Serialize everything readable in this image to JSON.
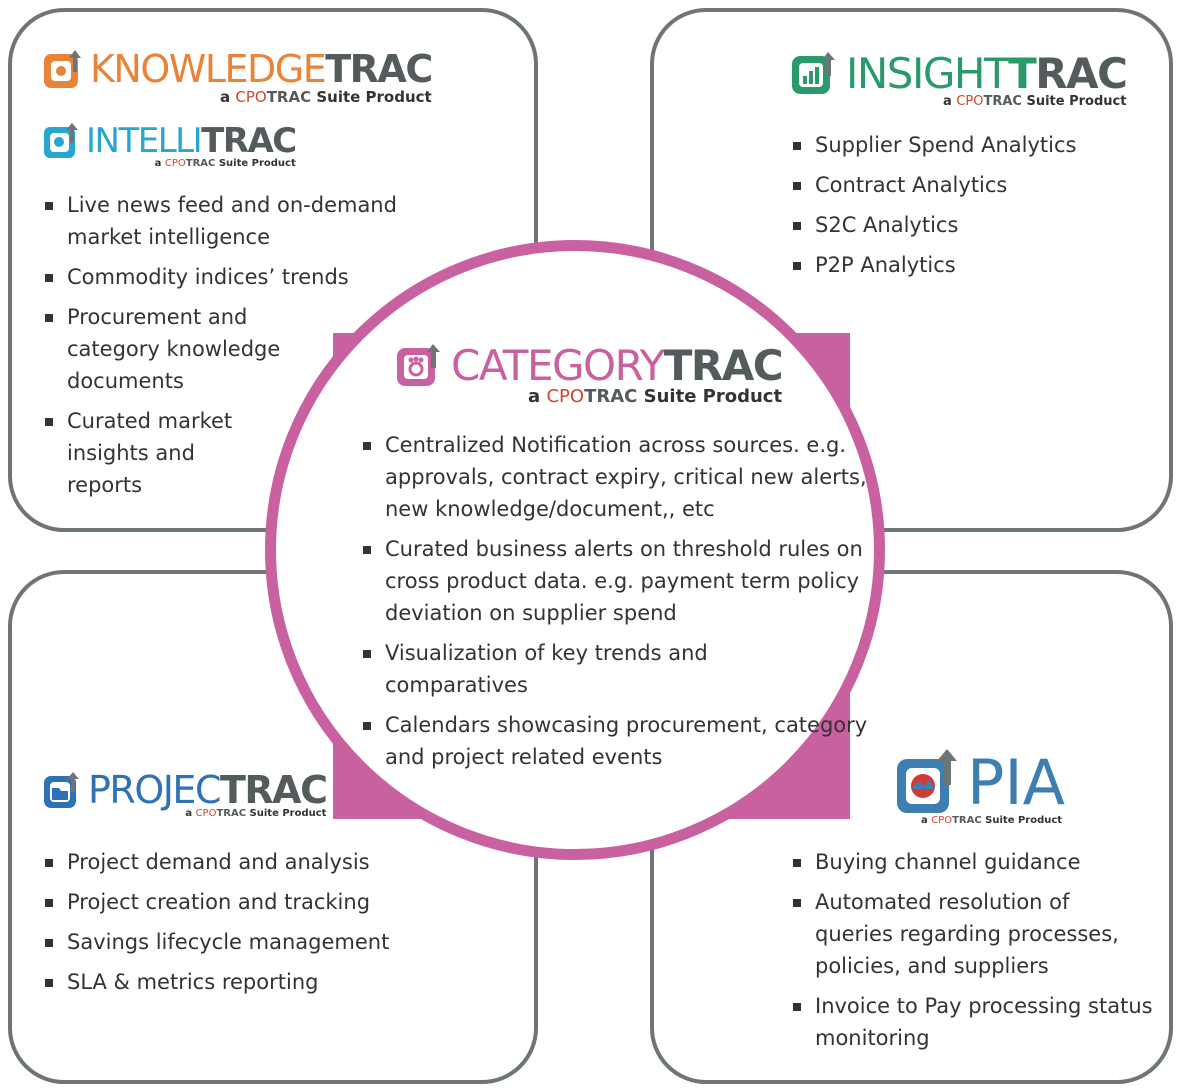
{
  "center": {
    "brand_light": "CATEGORY",
    "brand_bold": "TRAC",
    "sub_prefix": "a",
    "sub_cpo": "CPO",
    "sub_trac": "TRAC",
    "sub_suffix": "Suite Product",
    "bullets": [
      "Centralized Notification across sources. e.g. approvals, contract expiry, critical new alerts, new knowledge/document,, etc",
      "Curated business alerts on threshold rules on cross product data. e.g. payment term policy deviation on supplier spend",
      "Visualization of key trends and comparatives",
      "Calendars showcasing procurement, category and project related events"
    ]
  },
  "top_left": {
    "brand1_light": "KNOWLEDGE",
    "brand1_bold": "TRAC",
    "brand2_light": "INTELLI",
    "brand2_bold": "TRAC",
    "sub_prefix": "a",
    "sub_cpo": "CPO",
    "sub_trac": "TRAC",
    "sub_suffix": "Suite Product",
    "bullets": [
      "Live news feed and on-demand market intelligence",
      "Commodity indices’ trends",
      "Procurement and category knowledge documents",
      "Curated market insights and reports"
    ]
  },
  "top_right": {
    "brand_light": "INSIGHT",
    "brand_bold": "RAC",
    "sub_prefix": "a",
    "sub_cpo": "CPO",
    "sub_trac": "TRAC",
    "sub_suffix": "Suite Product",
    "bullets": [
      "Supplier Spend Analytics",
      "Contract Analytics",
      "S2C Analytics",
      "P2P Analytics"
    ]
  },
  "bottom_left": {
    "brand_light": "PROJEC",
    "brand_bold": "TRAC",
    "sub_prefix": "a",
    "sub_cpo": "CPO",
    "sub_trac": "TRAC",
    "sub_suffix": "Suite Product",
    "bullets": [
      "Project demand and analysis",
      "Project creation and tracking",
      "Savings lifecycle management",
      "SLA & metrics reporting"
    ]
  },
  "bottom_right": {
    "brand": "PIA",
    "sub_prefix": "a",
    "sub_cpo": "CPO",
    "sub_trac": "TRAC",
    "sub_suffix": "Suite Product",
    "bullets": [
      "Buying channel guidance",
      "Automated resolution of queries regarding processes, policies, and suppliers",
      "Invoice to Pay processing status monitoring"
    ]
  },
  "colors": {
    "knowledge": "#e8843a",
    "intelli": "#27a6cf",
    "insight": "#2a9a6a",
    "category": "#c9609f",
    "project": "#2e72b6",
    "pia": "#3e7fb2",
    "border": "#6e7577"
  },
  "icons": [
    "knowledgetrac-logo-icon",
    "intellitrac-logo-icon",
    "insighttrac-logo-icon",
    "categorytrac-logo-icon",
    "projectrac-logo-icon",
    "pia-logo-icon"
  ]
}
